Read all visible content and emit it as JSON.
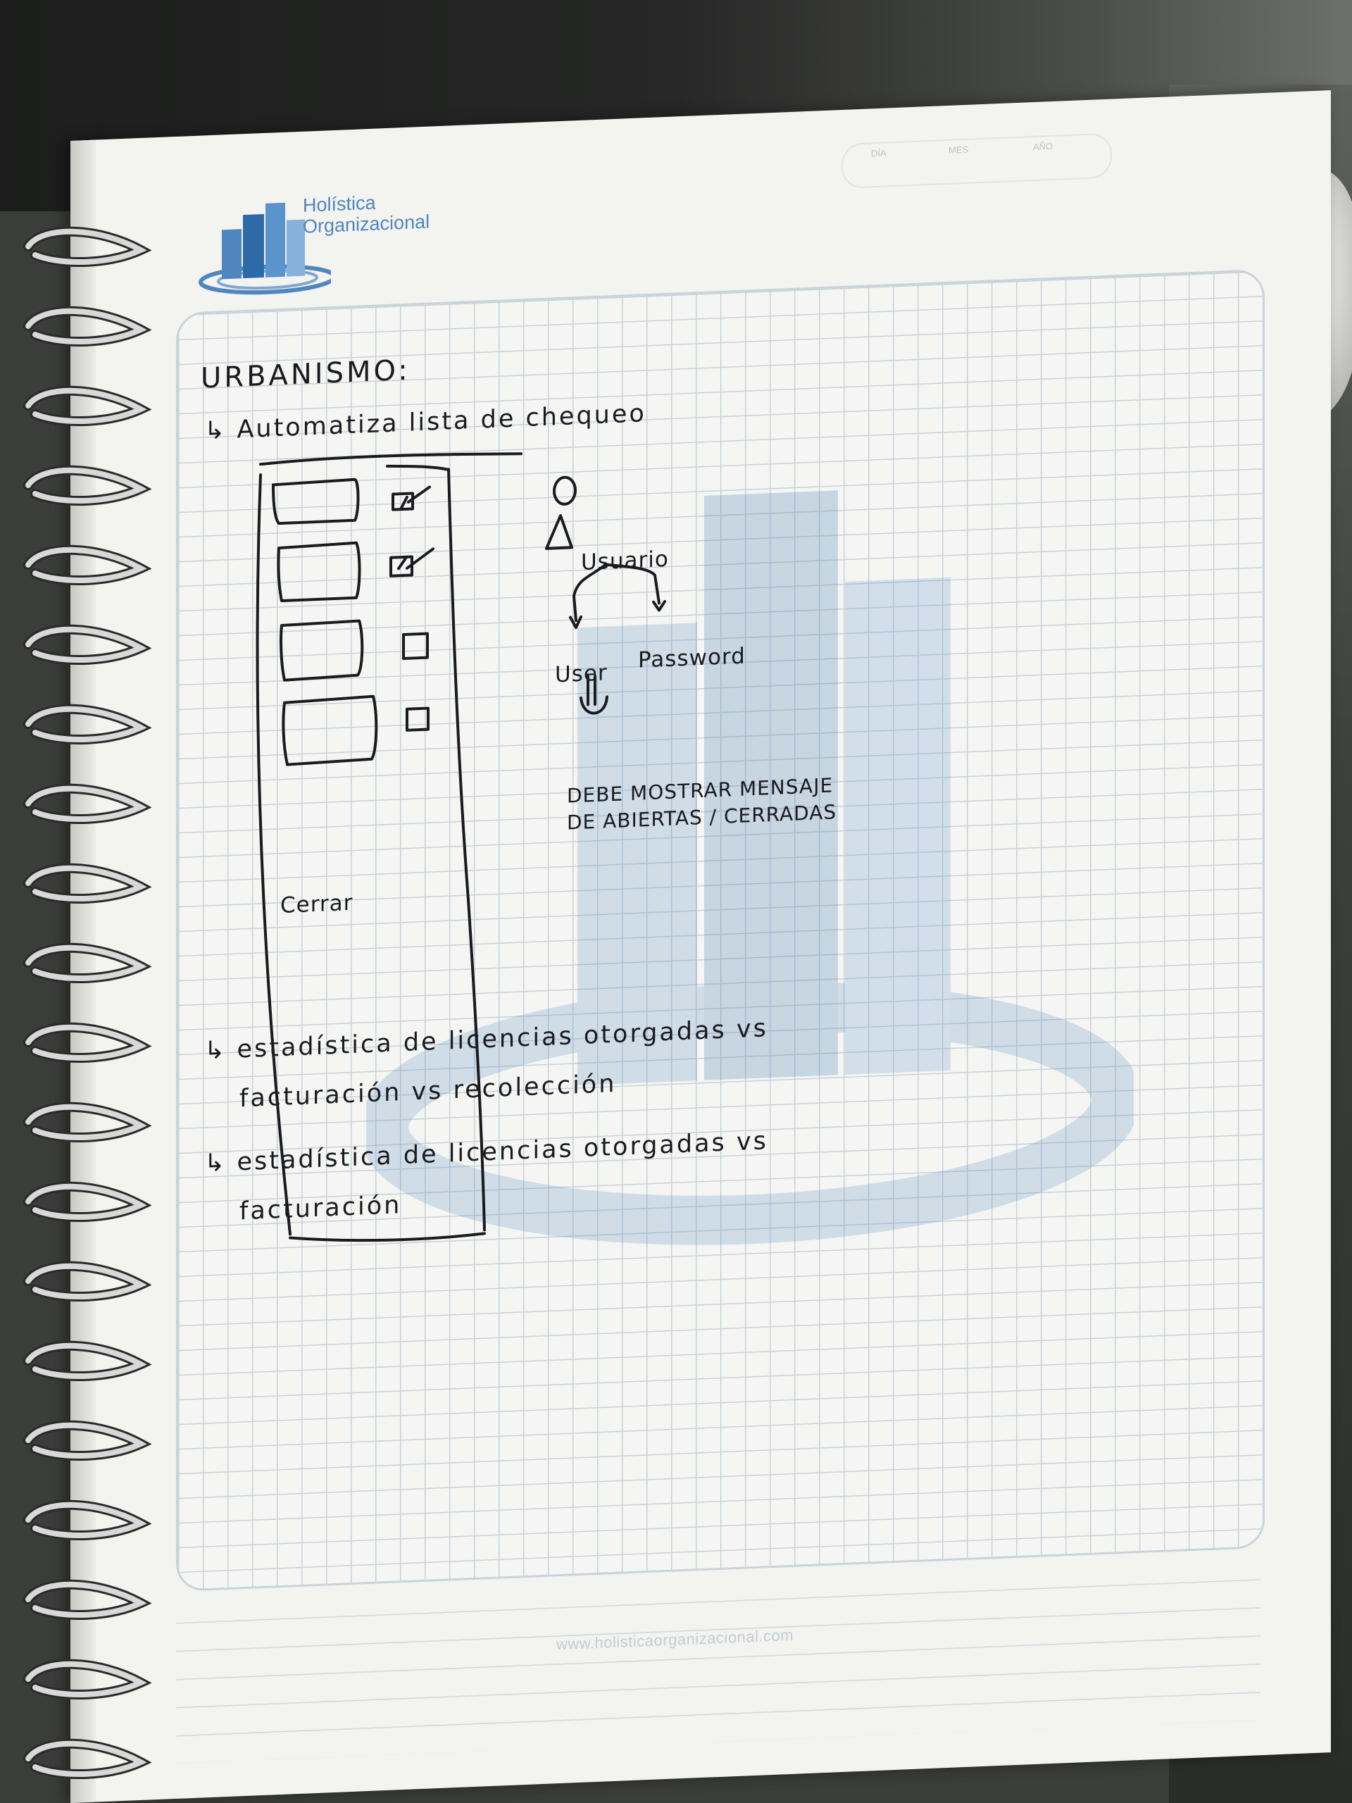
{
  "brand": {
    "line1": "Holística",
    "line2": "Organizacional"
  },
  "date_fields": [
    "DÍA",
    "MES",
    "AÑO"
  ],
  "notes": {
    "title": "URBANISMO:",
    "line1": "↳ Automatiza lista de chequeo",
    "close_label": "Cerrar",
    "user_label": "Usuario",
    "user_field": "User",
    "password_field": "Password",
    "message_line1": "DEBE MOSTRAR MENSAJE",
    "message_line2": "DE ABIERTAS / CERRADAS",
    "stat1_line1": "↳ estadística de licencias otorgadas vs",
    "stat1_line2": "facturación vs recolección",
    "stat2_line1": "↳ estadística de licencias otorgadas vs",
    "stat2_line2": "facturación"
  },
  "checklist_checked": [
    true,
    true,
    false,
    false
  ],
  "footer_url": "www.holisticaorganizacional.com",
  "colors": {
    "ink": "#1a1a1f",
    "grid": "#c7d1d8",
    "brand": "#4f86bf",
    "paper": "#f3f3ef"
  }
}
